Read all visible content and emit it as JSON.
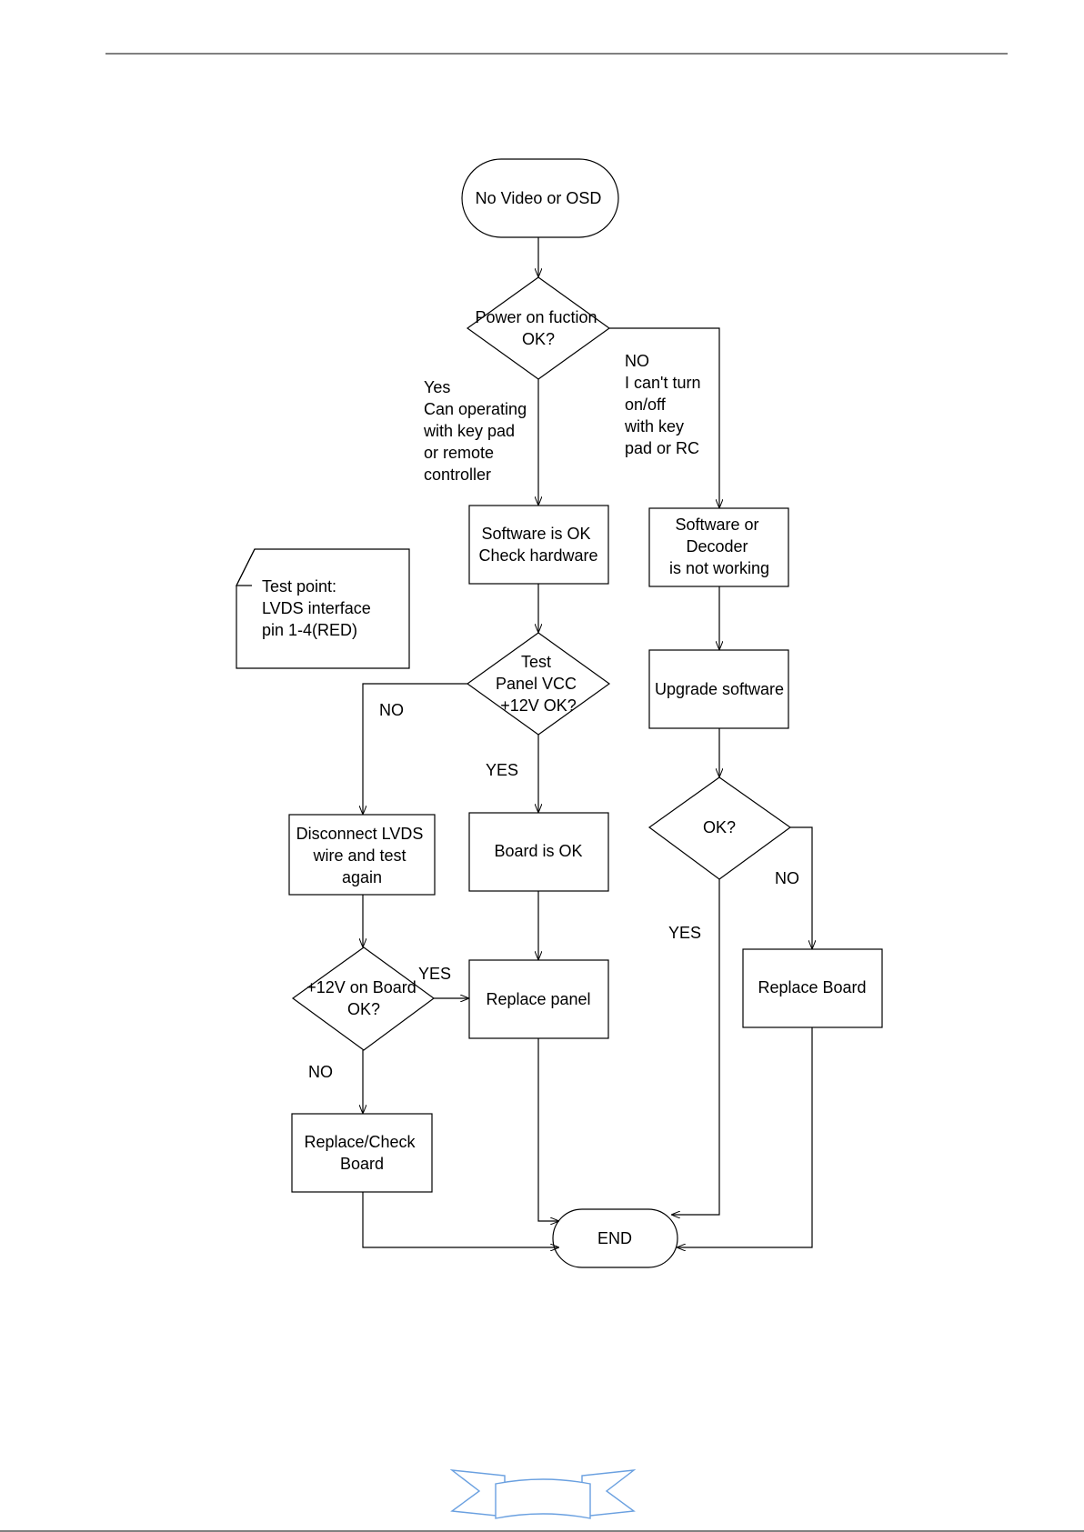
{
  "flowchart": {
    "start": "No Video or OSD",
    "power_check": [
      "Power on fuction",
      "OK?"
    ],
    "yes_note": [
      "Yes",
      "Can operating",
      "with key pad",
      "or remote",
      "controller"
    ],
    "no_note": [
      "NO",
      "I can't turn",
      "on/off",
      "with key",
      "pad or RC"
    ],
    "software_ok": [
      "Software is OK",
      "Check hardware"
    ],
    "software_fail": [
      "Software or",
      "Decoder",
      "is not working"
    ],
    "test_note": [
      "Test point:",
      "LVDS interface",
      "pin 1-4(RED)"
    ],
    "panel_vcc": [
      "Test",
      "Panel VCC",
      "+12V OK?"
    ],
    "upgrade": "Upgrade software",
    "no_label_vcc": "NO",
    "yes_label_vcc": "YES",
    "ok_check": "OK?",
    "no_label_ok": "NO",
    "yes_label_ok": "YES",
    "disconnect": [
      "Disconnect LVDS",
      "wire and test",
      "again"
    ],
    "board_ok": "Board is OK",
    "replace_board": "Replace Board",
    "board_12v": [
      "+12V on Board",
      "OK?"
    ],
    "yes_label_board": "YES",
    "no_label_board": "NO",
    "replace_panel": "Replace panel",
    "replace_check": [
      "Replace/Check",
      "Board"
    ],
    "end": "END"
  },
  "colors": {
    "stroke": "#000000",
    "ribbon": "#6aa0e0"
  }
}
